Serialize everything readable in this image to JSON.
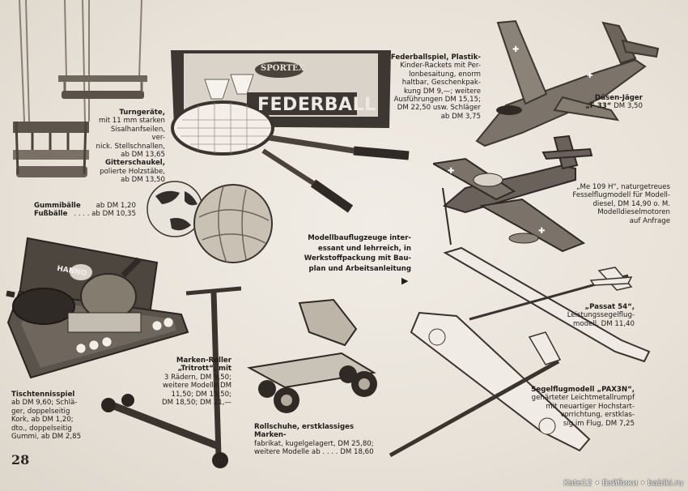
{
  "page_number": "28",
  "watermark": "Kate12 • Бэйбики • babiki.ru",
  "box": {
    "brand": "SPORTEX",
    "title": "FEDERBALL"
  },
  "table_tennis_box": {
    "brand": "HANNO"
  },
  "items": {
    "turn": {
      "title": "Turngeräte,",
      "lines": [
        "mit 11 mm starken",
        "Sisalhanfseilen, ver-",
        "nick. Stellschnallen,",
        "ab DM 13,65"
      ],
      "sub_title": "Gitterschaukel,",
      "sub_lines": [
        "polierte Holzstäbe,",
        "ab DM 13,50"
      ]
    },
    "balls": {
      "lines": [
        {
          "name": "Gummibälle",
          "price": "ab DM  1,20"
        },
        {
          "name": "Fußbälle",
          "price": ". . . . ab DM 10,35"
        }
      ]
    },
    "federball": {
      "lines": [
        "Federballspiel, Plastik-",
        "Kinder-Rackets mit Per-",
        "lonbesaitung, enorm",
        "haltbar, Geschenkpak-",
        "kung DM 9,—; weitere",
        "Ausführungen DM 15,15;",
        "DM 22,50 usw. Schläger",
        "ab DM 3,75"
      ]
    },
    "jet": {
      "title": "Düsen-Jäger",
      "model": "„F 33“",
      "price": "DM 3,50"
    },
    "me109": {
      "lines": [
        "„Me 109 H“, naturgetreues",
        "Fesselflugmodell für Modell-",
        "diesel, DM 14,90 o. M.",
        "Modelldieselmotoren",
        "auf Anfrage"
      ]
    },
    "kits": {
      "lines": [
        "Modellbauflugzeuge inter-",
        "essant und lehrreich, in",
        "Werkstoffpackung mit Bau-",
        "plan und Arbeitsanleitung"
      ],
      "arrow": "▶"
    },
    "passat": {
      "lines": [
        "„Passat 54“,",
        "Leistungssegelflug-",
        "modell, DM 11,40"
      ]
    },
    "glider": {
      "lines": [
        "Segelflugmodell „PAX3N“,",
        "gehärteter Leichtmetallrumpf",
        "mit neuartiger Hochstart-",
        "vorrichtung, erstklas-",
        "sig im Flug, DM 7,25"
      ]
    },
    "scooter": {
      "lines": [
        "Marken-Roller",
        "„Tritrott“, mit",
        "3 Rädern, DM 9,50;",
        "weitere Modelle DM",
        "11,50;  DM  15,50;",
        "DM 18,50; DM 21,—"
      ]
    },
    "tabletennis": {
      "lines": [
        "Tischtennisspiel",
        "ab DM 9,60; Schlä-",
        "ger, doppelseitig",
        "Kork, ab DM 1,20;",
        "dto., doppelseitig",
        "Gummi, ab DM 2,85"
      ]
    },
    "skates": {
      "lines": [
        "Rollschuhe, erstklassiges Marken-",
        "fabrikat, kugelgelagert, DM 25,80;",
        "weitere Modelle ab  . . . . DM 18,60"
      ]
    }
  }
}
